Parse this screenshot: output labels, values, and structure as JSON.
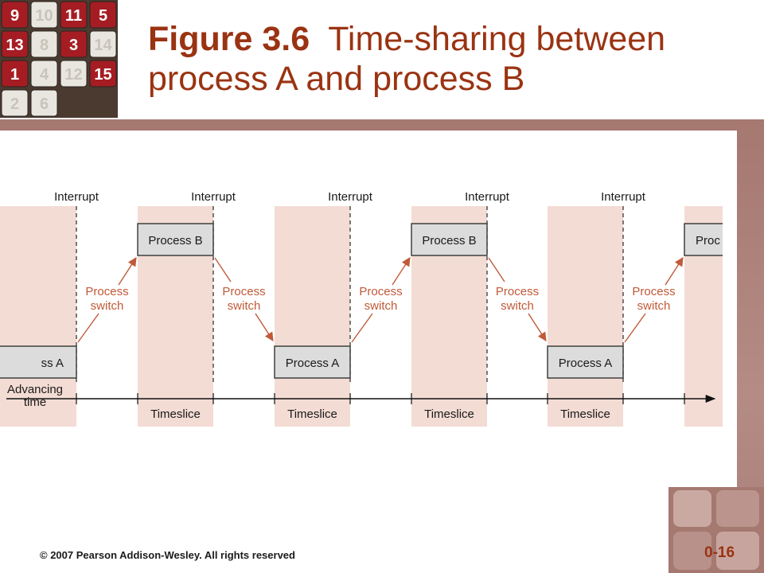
{
  "title": {
    "figure": "Figure 3.6",
    "text": "Time-sharing between process A and process B"
  },
  "labels": {
    "interrupt": "Interrupt",
    "process_switch_line1": "Process",
    "process_switch_line2": "switch",
    "timeslice": "Timeslice",
    "axis_line1": "Advancing",
    "axis_line2": "time"
  },
  "processes": [
    {
      "row": "bottom",
      "label": "ss A"
    },
    {
      "row": "top",
      "label": "Process B"
    },
    {
      "row": "bottom",
      "label": "Process A"
    },
    {
      "row": "top",
      "label": "Process B"
    },
    {
      "row": "bottom",
      "label": "Process A"
    },
    {
      "row": "top",
      "label": "Proc"
    }
  ],
  "logo_tiles": [
    "9",
    "10",
    "11",
    "5",
    "13",
    "8",
    "3",
    "14",
    "1",
    "4",
    "12",
    "15",
    "2",
    "6"
  ],
  "footer": {
    "copyright": "© 2007 Pearson Addison-Wesley. All rights reserved",
    "slide_number": "0-16"
  },
  "colors": {
    "title": "#9a3312",
    "band": "#f3dcd4",
    "box": "#dcdcdc",
    "arrow": "#c05a38",
    "frame": "#a57870"
  }
}
